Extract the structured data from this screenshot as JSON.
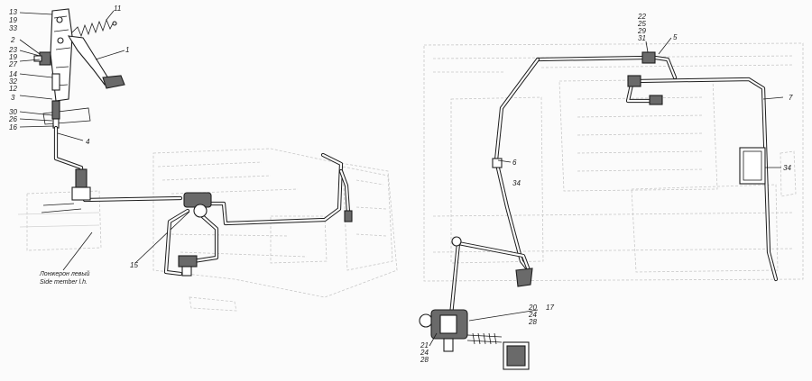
{
  "callouts_left": [
    {
      "id": "l13",
      "text": "13"
    },
    {
      "id": "l19a",
      "text": "19"
    },
    {
      "id": "l33",
      "text": "33"
    },
    {
      "id": "l2",
      "text": "2"
    },
    {
      "id": "l23",
      "text": "23"
    },
    {
      "id": "l19b",
      "text": "19"
    },
    {
      "id": "l27",
      "text": "27"
    },
    {
      "id": "l14",
      "text": "14"
    },
    {
      "id": "l32",
      "text": "32"
    },
    {
      "id": "l12",
      "text": "12"
    },
    {
      "id": "l3",
      "text": "3"
    },
    {
      "id": "l30",
      "text": "30"
    },
    {
      "id": "l26",
      "text": "26"
    },
    {
      "id": "l16",
      "text": "16"
    },
    {
      "id": "l4",
      "text": "4"
    },
    {
      "id": "l11",
      "text": "11"
    },
    {
      "id": "l1",
      "text": "1"
    },
    {
      "id": "l15",
      "text": "15"
    }
  ],
  "callouts_right": [
    {
      "id": "r22",
      "text": "22"
    },
    {
      "id": "r25",
      "text": "25"
    },
    {
      "id": "r29",
      "text": "29"
    },
    {
      "id": "r31",
      "text": "31"
    },
    {
      "id": "r5",
      "text": "5"
    },
    {
      "id": "r7",
      "text": "7"
    },
    {
      "id": "r6",
      "text": "6"
    },
    {
      "id": "r34a",
      "text": "34"
    },
    {
      "id": "r34b",
      "text": "34"
    },
    {
      "id": "r20",
      "text": "20"
    },
    {
      "id": "r24a",
      "text": "24"
    },
    {
      "id": "r28a",
      "text": "28"
    },
    {
      "id": "r17",
      "text": "17"
    },
    {
      "id": "r21",
      "text": "21"
    },
    {
      "id": "r24b",
      "text": "24"
    },
    {
      "id": "r28b",
      "text": "28"
    }
  ],
  "side_member_caption": {
    "ru": "Лонжерон левый",
    "en": "Side member l.h."
  }
}
